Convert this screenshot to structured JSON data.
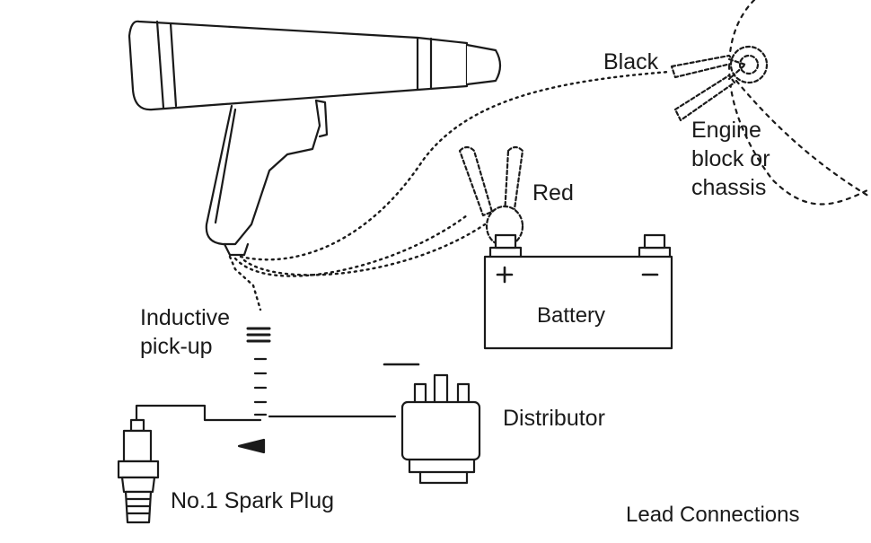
{
  "labels": {
    "black": "Black",
    "engine_block": "Engine block or chassis",
    "engine_line1": "Engine",
    "engine_line2": "block or",
    "engine_line3": "chassis",
    "red": "Red",
    "battery": "Battery",
    "battery_plus": "+",
    "battery_minus": "−",
    "inductive_line1": "Inductive",
    "inductive_line2": "pick-up",
    "distributor": "Distributor",
    "spark_plug": "No.1 Spark Plug",
    "caption": "Lead Connections"
  },
  "colors": {
    "ink": "#1a1a1a",
    "background": "#ffffff"
  },
  "icons": [
    "timing-light-gun",
    "clamp-black",
    "clamp-red",
    "battery",
    "inductive-pickup",
    "distributor-cap",
    "spark-plug"
  ]
}
